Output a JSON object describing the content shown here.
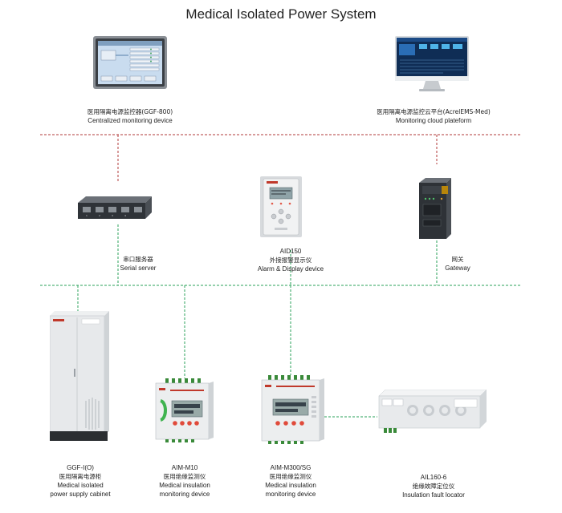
{
  "title": "Medical Isolated Power System",
  "colors": {
    "red_bus": "#b03a3a",
    "green_bus": "#2aa05a",
    "device_grey": "#e4e6e8",
    "screen_blue": "#1f4f8f"
  },
  "devices": {
    "ggf800": {
      "line1": "医用隔离电源监控器(GGF-800)",
      "line2": "Centralized monitoring device"
    },
    "cloud": {
      "line1": "医用隔离电源监控云平台(AcrelEMS-Med)",
      "line2": "Monitoring cloud plateform"
    },
    "serial": {
      "line1": "串口服务器",
      "line2": "Serial server"
    },
    "aid150": {
      "line1": "AID150",
      "line2": "外接报警显示仪",
      "line3": "Alarm & Display device"
    },
    "gateway": {
      "line1": "网关",
      "line2": "Gateway"
    },
    "cabinet": {
      "line1": "GGF-I(O)",
      "line2": "医用隔离电源柜",
      "line3": "Medical isolated",
      "line4": "power supply cabinet"
    },
    "aim_m10": {
      "line1": "AIM-M10",
      "line2": "医用绝缘监测仪",
      "line3": "Medical insulation",
      "line4": "monitoring device"
    },
    "aim_m300": {
      "line1": "AIM-M300/SG",
      "line2": "医用绝缘监测仪",
      "line3": "Medical insulation",
      "line4": "monitoring device"
    },
    "ail160": {
      "line1": "AIL160-6",
      "line2": "绝缘故障定位仪",
      "line3": "Insulation fault locator"
    }
  },
  "icons": [
    "touch-panel-icon",
    "monitor-icon",
    "serial-server-icon",
    "alarm-display-icon",
    "gateway-icon",
    "cabinet-icon",
    "din-rail-device-icon",
    "fault-locator-icon"
  ]
}
